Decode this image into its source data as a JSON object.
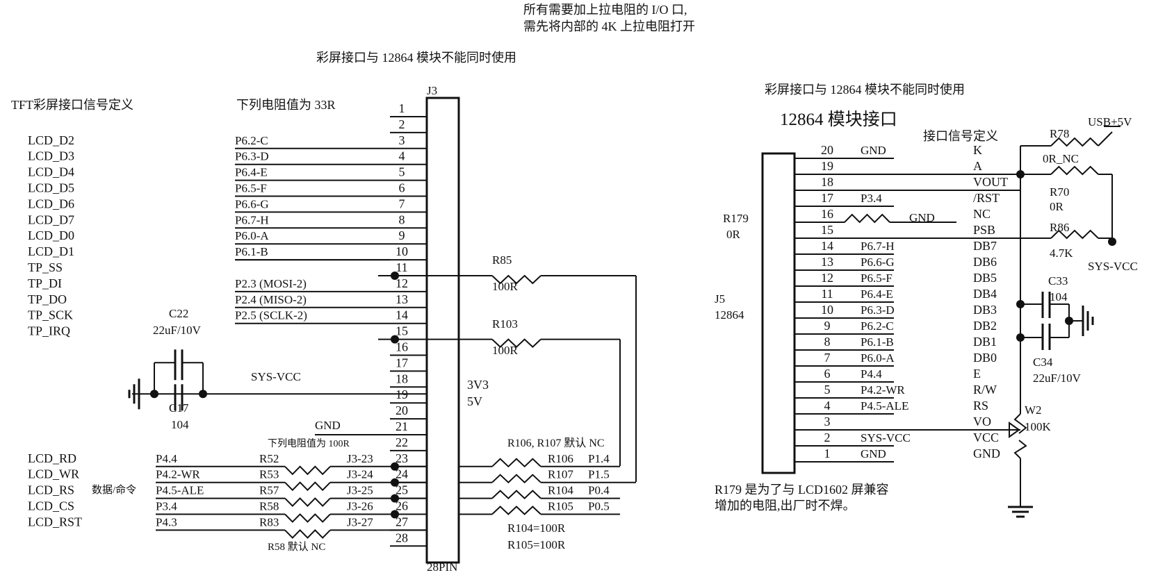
{
  "notes": {
    "pullup_line1": "所有需要加上拉电阻的 I/O 口,",
    "pullup_line2": "需先将内部的 4K 上拉电阻打开",
    "exclusive_left": "彩屏接口与 12864 模块不能同时使用",
    "exclusive_right": "彩屏接口与 12864 模块不能同时使用"
  },
  "tft": {
    "title": "TFT彩屏接口信号定义",
    "resistor_note": "下列电阻值为 33R",
    "resistor_note_100r": "下列电阻值为 100R",
    "r58_note": "R58 默认 NC",
    "data_cmd_note": "数据/命令",
    "signals": [
      "LCD_D2",
      "LCD_D3",
      "LCD_D4",
      "LCD_D5",
      "LCD_D6",
      "LCD_D7",
      "LCD_D0",
      "LCD_D1",
      "TP_SS",
      "TP_DI",
      "TP_DO",
      "TP_SCK",
      "TP_IRQ"
    ],
    "control_signals": [
      "LCD_RD",
      "LCD_WR",
      "LCD_RS",
      "LCD_CS",
      "LCD_RST"
    ]
  },
  "j3": {
    "ref": "J3",
    "footprint": "28PIN",
    "inner_label_1": "3V3",
    "inner_label_2": "5V",
    "pins": [
      "1",
      "2",
      "3",
      "4",
      "5",
      "6",
      "7",
      "8",
      "9",
      "10",
      "11",
      "12",
      "13",
      "14",
      "15",
      "16",
      "17",
      "18",
      "19",
      "20",
      "21",
      "22",
      "23",
      "24",
      "25",
      "26",
      "27",
      "28"
    ],
    "nets": {
      "p3": "P6.2-C",
      "p4": "P6.3-D",
      "p5": "P6.4-E",
      "p6": "P6.5-F",
      "p7": "P6.6-G",
      "p8": "P6.7-H",
      "p9": "P6.0-A",
      "p10": "P6.1-B",
      "p12": "P2.3  (MOSI-2)",
      "p13": "P2.4  (MISO-2)",
      "p14": "P2.5  (SCLK-2)",
      "sys_vcc": "SYS-VCC",
      "gnd": "GND"
    },
    "series_resistors": [
      {
        "ref": "R52",
        "net": "P4.4",
        "pin": "J3-23"
      },
      {
        "ref": "R53",
        "net": "P4.2-WR",
        "pin": "J3-24"
      },
      {
        "ref": "R57",
        "net": "P4.5-ALE",
        "pin": "J3-25"
      },
      {
        "ref": "R58",
        "net": "P3.4",
        "pin": "J3-26"
      },
      {
        "ref": "R83",
        "net": "P4.3",
        "pin": "J3-27"
      }
    ],
    "r85": {
      "ref": "R85",
      "value": "100R"
    },
    "r103": {
      "ref": "R103",
      "value": "100R"
    },
    "right_note": "R106, R107 默认 NC",
    "right_resistors": [
      {
        "ref": "R106",
        "net": "P1.4"
      },
      {
        "ref": "R107",
        "net": "P1.5"
      },
      {
        "ref": "R104",
        "net": "P0.4"
      },
      {
        "ref": "R105",
        "net": "P0.5"
      }
    ],
    "value_note_1": "R104=100R",
    "value_note_2": "R105=100R"
  },
  "decoupling_left": {
    "c22_ref": "C22",
    "c22_value": "22uF/10V",
    "c17_ref": "C17",
    "c17_value": "104"
  },
  "lcd12864": {
    "title": "12864 模块接口",
    "signal_title": "接口信号定义",
    "ref": "J5",
    "model": "12864",
    "r179_ref": "R179",
    "r179_value": "0R",
    "pins": [
      "20",
      "19",
      "18",
      "17",
      "16",
      "15",
      "14",
      "13",
      "12",
      "11",
      "10",
      "9",
      "8",
      "7",
      "6",
      "5",
      "4",
      "3",
      "2",
      "1"
    ],
    "nets": [
      "GND",
      "",
      "",
      "P3.4",
      "",
      "",
      "P6.7-H",
      "P6.6-G",
      "P6.5-F",
      "P6.4-E",
      "P6.3-D",
      "P6.2-C",
      "P6.1-B",
      "P6.0-A",
      "P4.4",
      "P4.2-WR",
      "P4.5-ALE",
      "",
      "SYS-VCC",
      "GND"
    ],
    "signals": [
      "K",
      "A",
      "VOUT",
      "/RST",
      "NC",
      "PSB",
      "DB7",
      "DB6",
      "DB5",
      "DB4",
      "DB3",
      "DB2",
      "DB1",
      "DB0",
      "E",
      "R/W",
      "RS",
      "VO",
      "VCC",
      "GND"
    ],
    "nc_gnd": "GND",
    "usb": "USB+5V",
    "r78_ref": "R78",
    "r78_value": "0R_NC",
    "r70_ref": "R70",
    "r70_value": "0R",
    "r86_ref": "R86",
    "r86_value": "4.7K",
    "sys_vcc": "SYS-VCC",
    "c33_ref": "C33",
    "c33_value": "104",
    "c34_ref": "C34",
    "c34_value": "22uF/10V",
    "w2_ref": "W2",
    "w2_value": "100K",
    "footnote_1": "R179 是为了与 LCD1602 屏兼容",
    "footnote_2": "增加的电阻,出厂时不焊。"
  }
}
